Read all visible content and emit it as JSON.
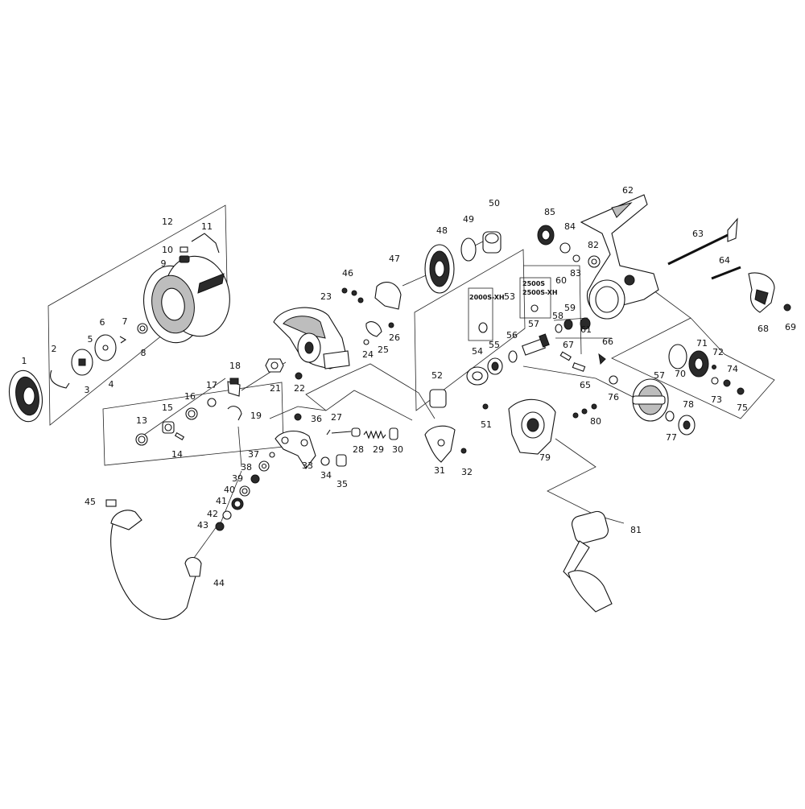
{
  "diagram": {
    "part_labels": [
      "1",
      "2",
      "3",
      "4",
      "5",
      "6",
      "7",
      "8",
      "9",
      "10",
      "11",
      "12",
      "13",
      "14",
      "15",
      "16",
      "17",
      "18",
      "19",
      "21",
      "22",
      "23",
      "24",
      "25",
      "26",
      "27",
      "28",
      "29",
      "30",
      "31",
      "32",
      "33",
      "34",
      "35",
      "36",
      "37",
      "38",
      "39",
      "40",
      "41",
      "42",
      "43",
      "44",
      "45",
      "46",
      "47",
      "48",
      "49",
      "50",
      "51",
      "52",
      "53",
      "54",
      "55",
      "56",
      "57",
      "58",
      "59",
      "60",
      "61",
      "62",
      "63",
      "64",
      "65",
      "66",
      "67",
      "68",
      "69",
      "70",
      "71",
      "72",
      "73",
      "74",
      "75",
      "76",
      "77",
      "78",
      "79",
      "80",
      "81",
      "82",
      "83",
      "84",
      "85"
    ],
    "second_57_label": "57",
    "variant_notes": {
      "note_2000s_xh": "2000S-XH",
      "note_2500s": "2500S",
      "note_2500s_xh": "2500S-XH"
    }
  }
}
